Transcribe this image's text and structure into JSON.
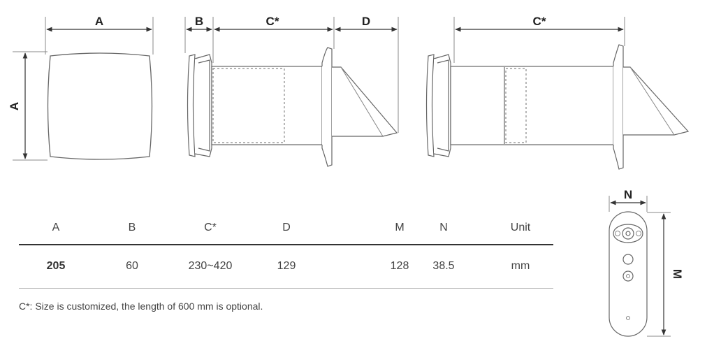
{
  "diagram": {
    "dimension_labels": {
      "a_top": "A",
      "a_side": "A",
      "b": "B",
      "c_left": "C*",
      "d": "D",
      "c_right": "C*",
      "n": "N",
      "m": "M"
    }
  },
  "table": {
    "headers": [
      "A",
      "B",
      "C*",
      "D",
      "M",
      "N",
      "Unit"
    ],
    "values": [
      "205",
      "60",
      "230~420",
      "129",
      "128",
      "38.5",
      "mm"
    ]
  },
  "note": "C*: Size is customized, the length of 600 mm is optional."
}
